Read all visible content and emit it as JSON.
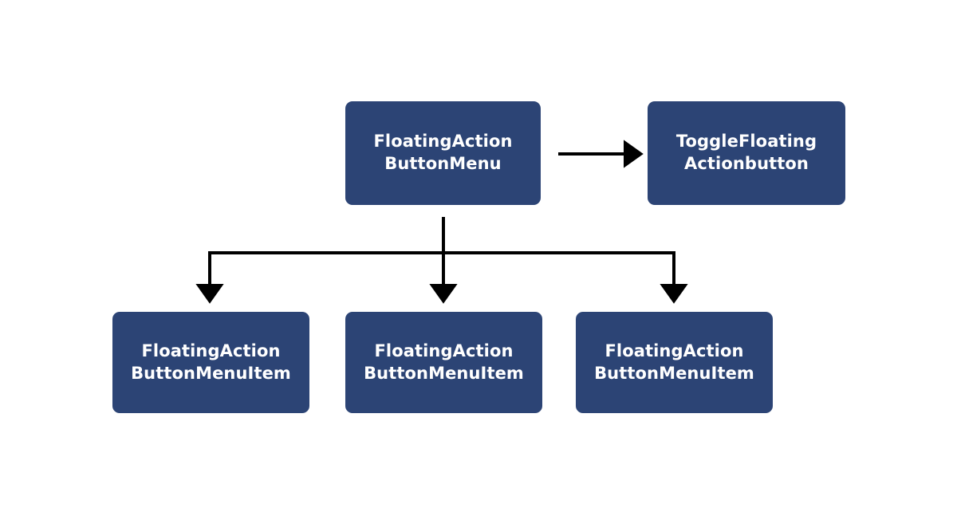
{
  "diagram": {
    "background_color": "#ffffff",
    "node_fill_color": "#2c4475",
    "node_text_color": "#ffffff",
    "connector_color": "#000000",
    "nodes": [
      {
        "id": "fab-menu",
        "line1": "FloatingAction",
        "line2": "ButtonMenu"
      },
      {
        "id": "toggle-fab",
        "line1": "ToggleFloating",
        "line2": "Actionbutton"
      },
      {
        "id": "menu-item-1",
        "line1": "FloatingAction",
        "line2": "ButtonMenuItem"
      },
      {
        "id": "menu-item-2",
        "line1": "FloatingAction",
        "line2": "ButtonMenuItem"
      },
      {
        "id": "menu-item-3",
        "line1": "FloatingAction",
        "line2": "ButtonMenuItem"
      }
    ],
    "edges": [
      {
        "id": "edge-menu-to-toggle",
        "from": "fab-menu",
        "to": "toggle-fab",
        "direction": "right"
      },
      {
        "id": "edge-menu-to-item-1",
        "from": "fab-menu",
        "to": "menu-item-1",
        "direction": "down"
      },
      {
        "id": "edge-menu-to-item-2",
        "from": "fab-menu",
        "to": "menu-item-2",
        "direction": "down"
      },
      {
        "id": "edge-menu-to-item-3",
        "from": "fab-menu",
        "to": "menu-item-3",
        "direction": "down"
      }
    ]
  }
}
